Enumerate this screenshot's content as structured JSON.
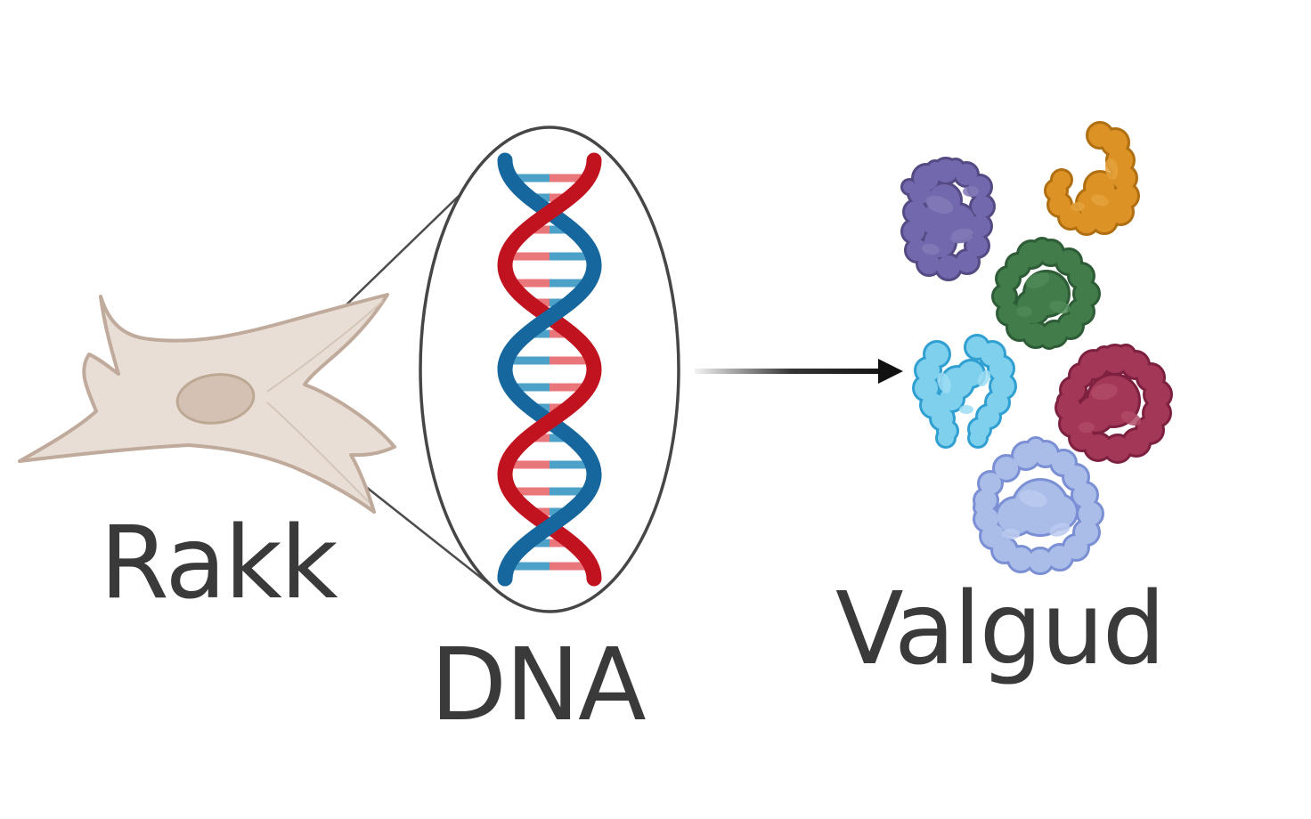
{
  "labels": {
    "cell": "Rakk",
    "dna": "DNA",
    "proteins": "Valgud"
  },
  "colors": {
    "background": "#ffffff",
    "label_text": "#3a3a3a",
    "cell_fill": "#e9ded5",
    "cell_stroke": "#bfaa9c",
    "cell_shading": "#d2c3b5",
    "nucleus_fill": "#d4c1b3",
    "nucleus_stroke": "#bda894",
    "zoom_line": "#4d4d4d",
    "magnifier_stroke": "#464646",
    "dna_strand_blue": "#16679e",
    "dna_strand_red": "#c0131f",
    "dna_rung_blue": "#4ba1c8",
    "dna_rung_red": "#e9767a",
    "arrow": "#111111"
  },
  "proteins": [
    {
      "name": "purple",
      "fill": "#7268ae",
      "outline": "#564a84",
      "texture": "#837ab8"
    },
    {
      "name": "orange",
      "fill": "#dd9226",
      "outline": "#b06f10",
      "texture": "#e5a33c"
    },
    {
      "name": "green",
      "fill": "#417c4a",
      "outline": "#2d5c36",
      "texture": "#4e8a57"
    },
    {
      "name": "cyan",
      "fill": "#7fd0ed",
      "outline": "#309fd1",
      "texture": "#9eddf4"
    },
    {
      "name": "maroon",
      "fill": "#a33757",
      "outline": "#7e2040",
      "texture": "#b04a66"
    },
    {
      "name": "periwinkle",
      "fill": "#aabde9",
      "outline": "#7b90d4",
      "texture": "#bccbf0"
    }
  ]
}
